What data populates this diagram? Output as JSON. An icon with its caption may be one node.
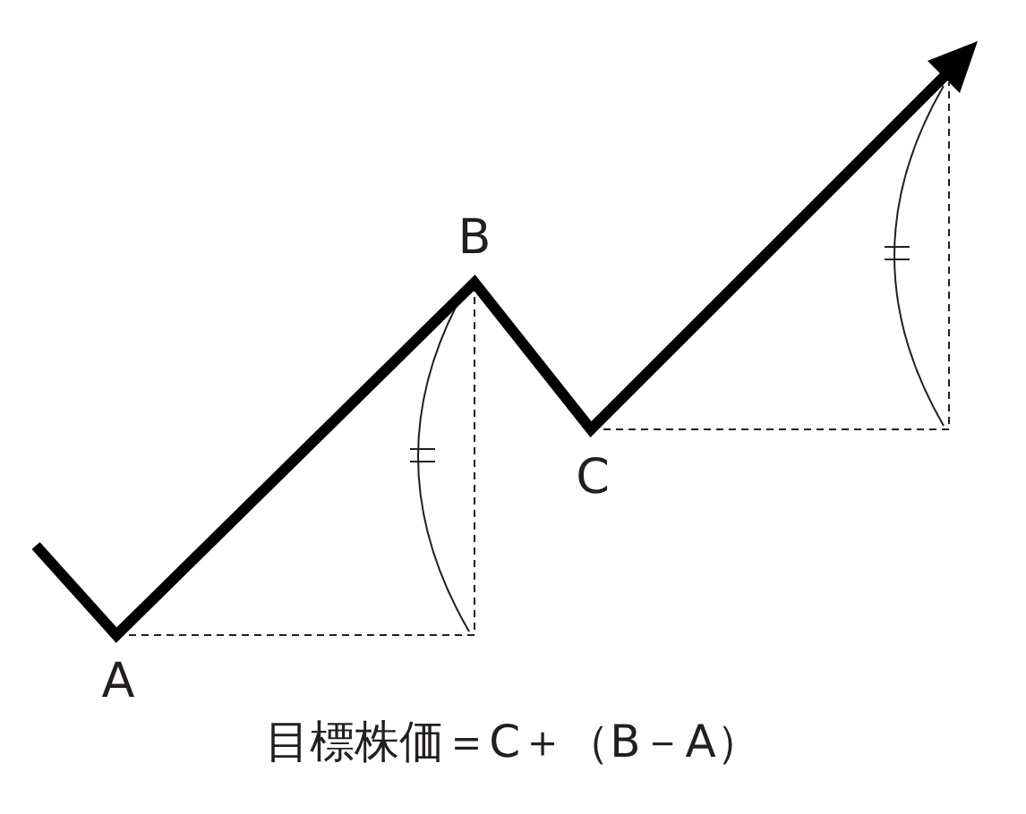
{
  "diagram": {
    "caption": "目標株価＝C＋（B－A）",
    "labels": [
      "B",
      "C",
      "A"
    ]
  }
}
